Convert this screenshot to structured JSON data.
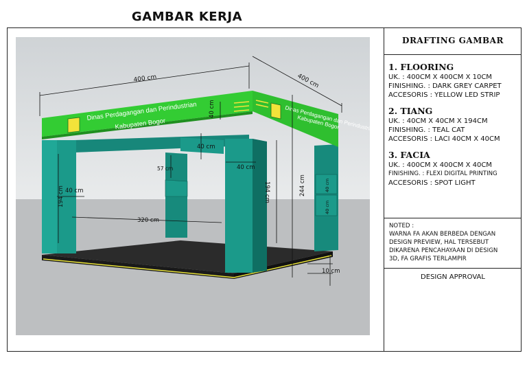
{
  "page_title": "GAMBAR KERJA",
  "panel": {
    "heading": "DRAFTING GAMBAR",
    "sections": [
      {
        "title": "1. FLOORING",
        "lines": [
          "UK. : 400CM X 400CM X 10CM",
          "FINISHING. : DARK GREY CARPET",
          "ACCESORIS : YELLOW LED STRIP"
        ]
      },
      {
        "title": "2. TIANG",
        "lines": [
          "UK. : 40CM X 40CM X 194CM",
          "FINISHING. : TEAL CAT",
          "ACCESORIS : LACI 40CM X 40CM"
        ]
      },
      {
        "title": "3. FACIA",
        "lines": [
          "UK. : 400CM X 400CM X 40CM",
          "FINISHING. : FLEXI DIGITAL PRINTING",
          "ACCESORIS : SPOT LIGHT"
        ]
      }
    ],
    "notes": [
      "NOTED :",
      "WARNA FA AKAN BERBEDA DENGAN",
      "DESIGN PREVIEW, HAL TERSEBUT",
      "DIKARENA PENCAHAYAAN DI DESIGN",
      "3D, FA GRAFIS TERLAMPIR"
    ],
    "approval": "DESIGN APPROVAL"
  },
  "drawing": {
    "facia_text_line1": "Dinas Perdagangan dan Perindustrian",
    "facia_text_line2": "Kabupaten Bogor",
    "dimensions": {
      "front_width": "400 cm",
      "side_width": "400 cm",
      "facia_height": "40 cm",
      "inner_beam": "40 cm",
      "drawer": "57 cm",
      "column_width_left": "40 cm",
      "column_width_right": "40 cm",
      "column_height_left": "194 cm",
      "column_height_right": "194 cm",
      "total_height": "244 cm",
      "inner_span": "320 cm",
      "floor_thickness": "10 cm",
      "laci_1": "40 cm",
      "laci_2": "40 cm"
    },
    "colors": {
      "facia_green": "#33cc33",
      "column_teal": "#1b9a8a",
      "floor_dark": "#2b2b2b",
      "led_yellow": "#e8e23a"
    }
  }
}
